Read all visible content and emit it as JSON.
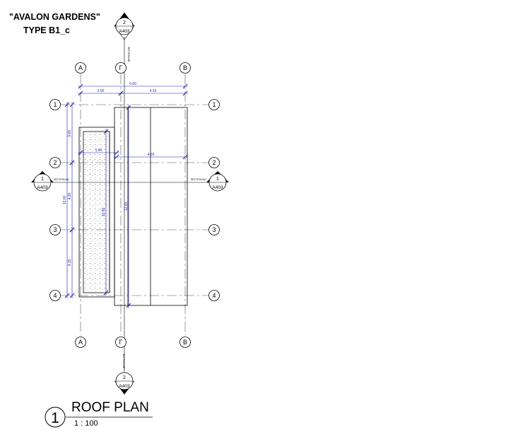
{
  "project": {
    "name": "\"AVALON GARDENS\"",
    "type": "TYPE B1_c"
  },
  "view": {
    "number": "1",
    "title": "ROOF PLAN",
    "scale": "1 : 100"
  },
  "grid_columns": [
    "A",
    "Γ",
    "B"
  ],
  "grid_rows": [
    "1",
    "2",
    "3",
    "4"
  ],
  "section_marks": {
    "vertical": {
      "number": "2",
      "sheet": "A403",
      "label": "SECTION BB'"
    },
    "horizontal": {
      "number": "1",
      "sheet": "A403",
      "label": "SECTION AA'"
    }
  },
  "dimensions": {
    "overall_width": "6.60",
    "left_bay": "2.50",
    "right_bay": "4.10",
    "inner_left": "1.90",
    "inner_right": "4.55",
    "left_overall": "12.00",
    "left_upper": "3.65",
    "left_middle": "4.20",
    "left_lower": "4.15",
    "center_height": "12.65",
    "inner_height": "10.50"
  },
  "colors": {
    "line": "#000000",
    "dimension": "#1a1aa8",
    "grid_line": "#555555"
  }
}
